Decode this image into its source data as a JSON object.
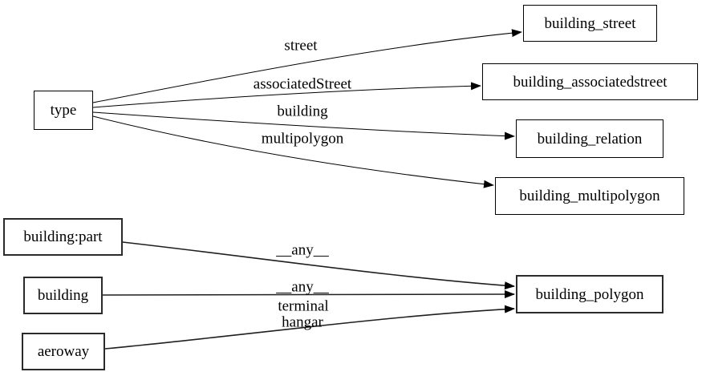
{
  "diagram": {
    "background_color": "#ffffff",
    "stroke_color": "#000000",
    "nodes": [
      {
        "id": "type",
        "label": "type"
      },
      {
        "id": "building_street",
        "label": "building_street"
      },
      {
        "id": "building_associatedstreet",
        "label": "building_associatedstreet"
      },
      {
        "id": "building_relation",
        "label": "building_relation"
      },
      {
        "id": "building_multipolygon",
        "label": "building_multipolygon"
      },
      {
        "id": "building:part",
        "label": "building:part"
      },
      {
        "id": "building",
        "label": "building"
      },
      {
        "id": "aeroway",
        "label": "aeroway"
      },
      {
        "id": "building_polygon",
        "label": "building_polygon"
      }
    ],
    "edges": [
      {
        "from": "type",
        "to": "building_street",
        "label": "street"
      },
      {
        "from": "type",
        "to": "building_associatedstreet",
        "label": "associatedStreet"
      },
      {
        "from": "type",
        "to": "building_relation",
        "label": "building"
      },
      {
        "from": "type",
        "to": "building_multipolygon",
        "label": "multipolygon"
      },
      {
        "from": "building:part",
        "to": "building_polygon",
        "label": "__any__"
      },
      {
        "from": "building",
        "to": "building_polygon",
        "label": "__any__"
      },
      {
        "from": "aeroway",
        "to": "building_polygon",
        "labels": [
          "terminal",
          "hangar"
        ]
      }
    ]
  }
}
